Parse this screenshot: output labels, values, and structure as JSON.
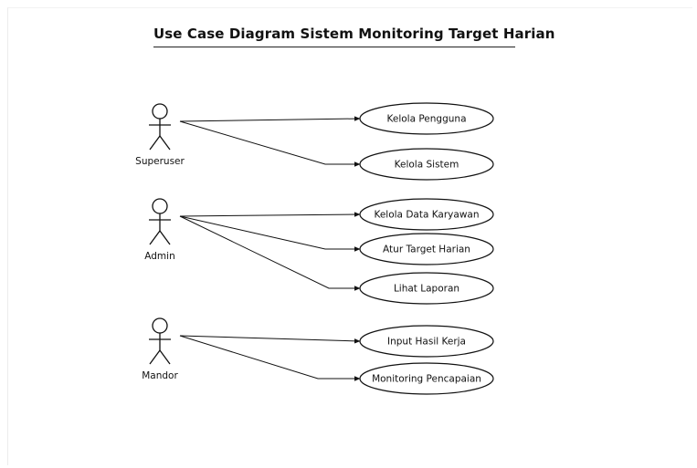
{
  "diagram": {
    "title": "Use Case Diagram Sistem Monitoring Target Harian",
    "actors": [
      {
        "id": "superuser",
        "label": "Superuser"
      },
      {
        "id": "admin",
        "label": "Admin"
      },
      {
        "id": "mandor",
        "label": "Mandor"
      }
    ],
    "use_cases": [
      {
        "id": "kelola-pengguna",
        "label": "Kelola Pengguna"
      },
      {
        "id": "kelola-sistem",
        "label": "Kelola Sistem"
      },
      {
        "id": "kelola-data-karyawan",
        "label": "Kelola Data Karyawan"
      },
      {
        "id": "atur-target-harian",
        "label": "Atur Target Harian"
      },
      {
        "id": "lihat-laporan",
        "label": "Lihat Laporan"
      },
      {
        "id": "input-hasil-kerja",
        "label": "Input Hasil Kerja"
      },
      {
        "id": "monitoring-pencapaian",
        "label": "Monitoring Pencapaian"
      }
    ],
    "associations": [
      {
        "from": "superuser",
        "to": "kelola-pengguna"
      },
      {
        "from": "superuser",
        "to": "kelola-sistem"
      },
      {
        "from": "admin",
        "to": "kelola-data-karyawan"
      },
      {
        "from": "admin",
        "to": "atur-target-harian"
      },
      {
        "from": "admin",
        "to": "lihat-laporan"
      },
      {
        "from": "mandor",
        "to": "input-hasil-kerja"
      },
      {
        "from": "mandor",
        "to": "monitoring-pencapaian"
      }
    ]
  }
}
